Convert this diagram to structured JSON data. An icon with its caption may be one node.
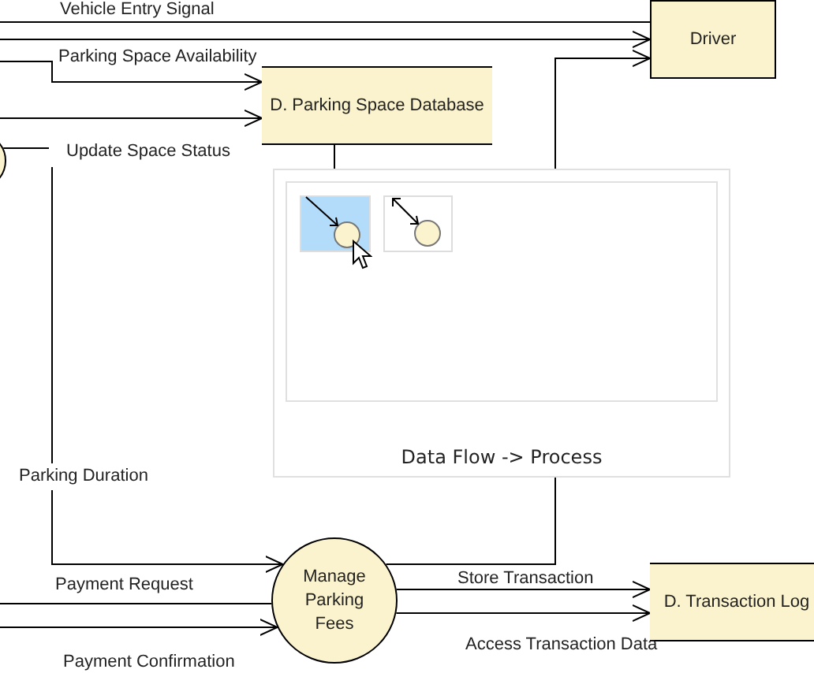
{
  "diagram": {
    "nodes": [
      {
        "text": [
          "Driver"
        ]
      },
      {
        "text": [
          "D. Parking Space Database"
        ]
      },
      {
        "text": [
          "Manage Parking Fees"
        ]
      },
      {
        "text": [
          "D. Transaction Log"
        ]
      },
      {
        "text": [],
        "shape": "circle"
      },
      {
        "text": [
          "Data Flow -> Process"
        ]
      }
    ],
    "edges": [
      {
        "from": null,
        "to": 0,
        "arrow": "none",
        "label": "Vehicle Entry Signal"
      },
      {
        "from": null,
        "to": 0,
        "arrow": "to"
      },
      {
        "from": null,
        "to": 1,
        "arrow": "to",
        "label": "Parking Space Availability"
      },
      {
        "from": null,
        "to": 1,
        "arrow": "to"
      },
      {
        "from": 4,
        "to": null,
        "arrow": "none",
        "label": "Update Space Status"
      },
      {
        "from": null,
        "to": 2,
        "arrow": "to",
        "label": "Parking Duration"
      },
      {
        "from": null,
        "to": 2,
        "arrow": "none",
        "label": "Payment Request"
      },
      {
        "from": null,
        "to": 2,
        "arrow": "to",
        "label": "Payment Confirmation"
      },
      {
        "from": 2,
        "to": 3,
        "arrow": "to",
        "label": "Store Transaction"
      },
      {
        "from": 2,
        "to": 3,
        "arrow": "to",
        "label": "Access Transaction Data"
      },
      {
        "from": 5,
        "to": 0,
        "arrow": "to"
      },
      {
        "from": 1,
        "to": 5,
        "arrow": "none"
      },
      {
        "from": 2,
        "to": 5,
        "arrow": "none"
      }
    ]
  }
}
